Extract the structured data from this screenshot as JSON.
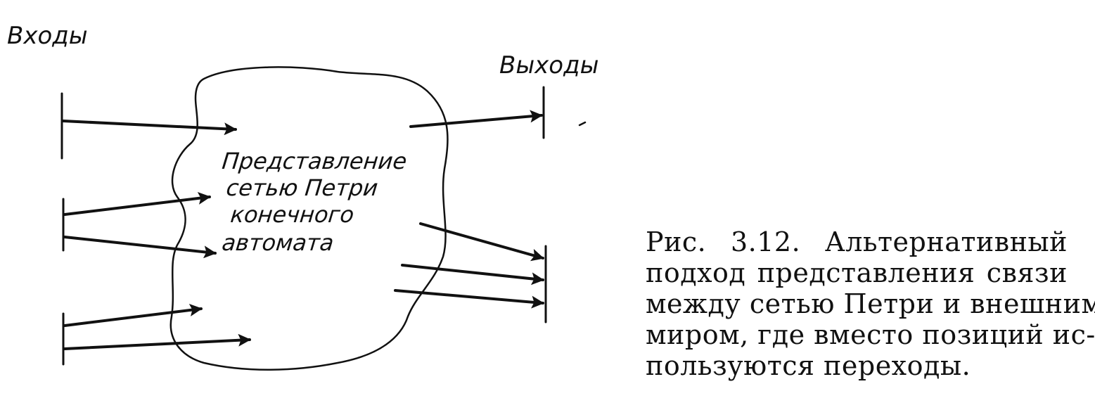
{
  "diagram": {
    "inputs_label": "Входы",
    "outputs_label": "Выходы",
    "center_label_lines": [
      "Представление",
      "сетью Петри",
      "конечного",
      "автомата"
    ],
    "input_transitions": 3,
    "output_transitions": 2,
    "input_arcs": 5,
    "output_arcs": 4
  },
  "caption": {
    "lines": [
      "Рис. 3.12.  Альтернативный",
      "подход представления связи",
      "между сетью Петри и внешним",
      "миром, где вместо позиций ис-",
      "пользуются переходы."
    ]
  }
}
